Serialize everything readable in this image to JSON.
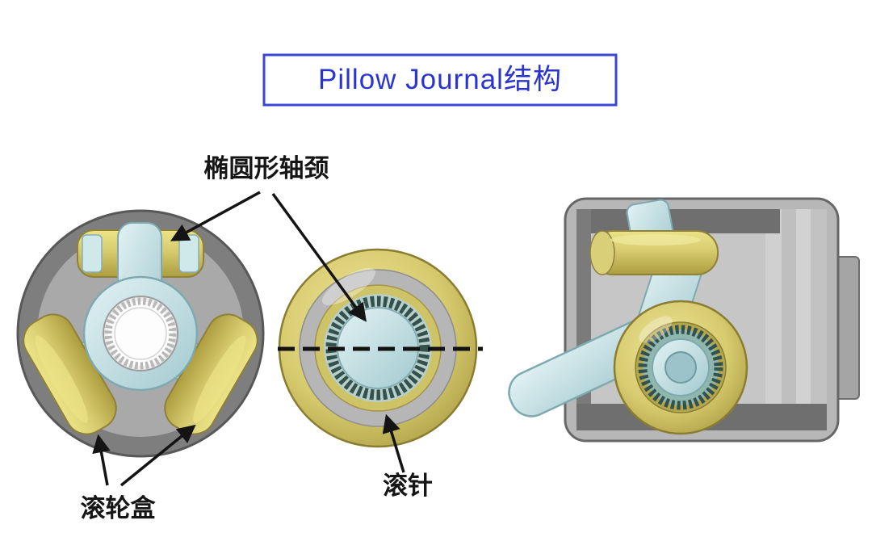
{
  "title": {
    "label": "Pillow Journal结构"
  },
  "annotations": {
    "elliptical_journal": "椭圆形轴颈",
    "roller_box": "滚轮盒",
    "needle_rollers": "滚针"
  },
  "colors": {
    "background": "#ffffff",
    "title_text_blue": "#2a35cf",
    "title_border_blue": "#3a46d8",
    "annotation_black": "#161616",
    "arrow_black": "#141414",
    "roller_yellow": "#d7cb6f",
    "spider_cyan": "#c9e4e8",
    "housing_gray": "#9a9a9a",
    "housing_dark_gray": "#6f6f6f",
    "needle_bearing_dark": "#33514f",
    "centerline_black": "#111111"
  }
}
